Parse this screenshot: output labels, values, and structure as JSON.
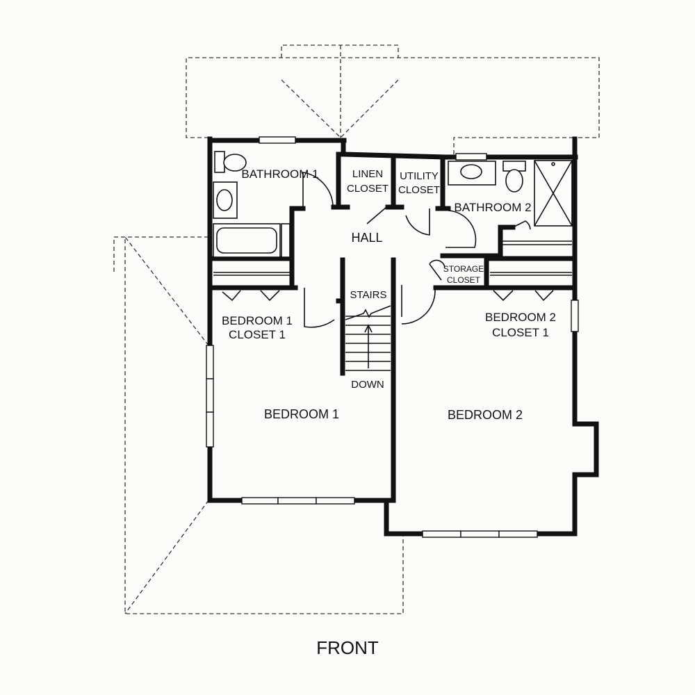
{
  "plan": {
    "rooms": {
      "bathroom1": "BATHROOM 1",
      "linen_line1": "LINEN",
      "linen_line2": "CLOSET",
      "utility_line1": "UTILITY",
      "utility_line2": "CLOSET",
      "bathroom2": "BATHROOM 2",
      "hall": "HALL",
      "storage_line1": "STORAGE",
      "storage_line2": "CLOSET",
      "stairs": "STAIRS",
      "down": "DOWN",
      "bedroom1_closet_line1": "BEDROOM 1",
      "bedroom1_closet_line2": "CLOSET 1",
      "bedroom2_closet_line1": "BEDROOM 2",
      "bedroom2_closet_line2": "CLOSET 1",
      "bedroom1": "BEDROOM 1",
      "bedroom2": "BEDROOM 2"
    },
    "front_label": "FRONT"
  }
}
